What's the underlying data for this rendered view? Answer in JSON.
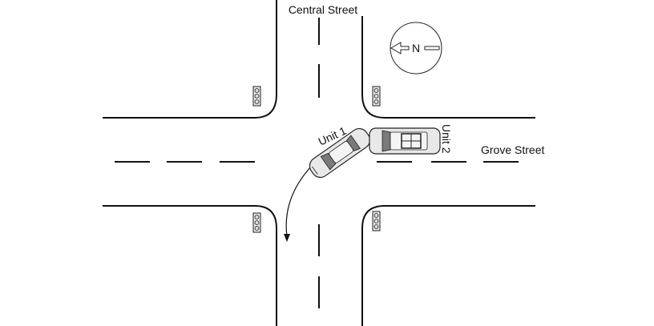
{
  "streets": {
    "vertical_name": "Central Street",
    "horizontal_name": "Grove Street"
  },
  "compass": {
    "letter": "N",
    "direction": "left"
  },
  "units": {
    "unit1_label": "Unit 1",
    "unit2_label": "Unit 2"
  },
  "traffic_lights": [
    "northwest",
    "northeast",
    "southwest",
    "southeast"
  ],
  "icons": {
    "compass": "north-arrow-icon",
    "signal": "traffic-signal-icon",
    "path": "curved-arrow-icon"
  }
}
